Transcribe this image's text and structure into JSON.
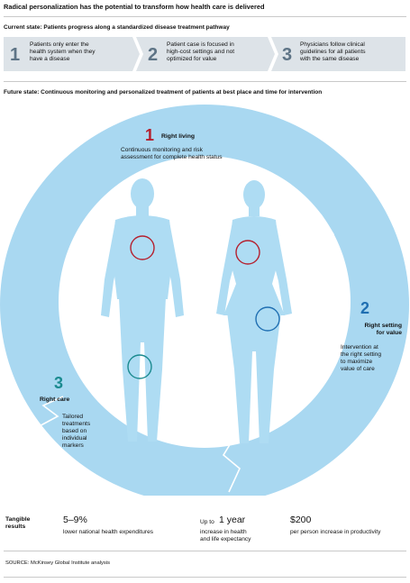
{
  "title": "Radical personalization has the potential to transform how health care is delivered",
  "current_state": {
    "heading": "Current state: Patients progress along a standardized disease treatment pathway",
    "steps": [
      {
        "num": "1",
        "line1": "Patients only enter the",
        "line2": "health system when they",
        "line3": "have a disease"
      },
      {
        "num": "2",
        "line1": "Patient case is focused in",
        "line2": "high-cost settings and not",
        "line3": "optimized for value"
      },
      {
        "num": "3",
        "line1": "Physicians follow clinical",
        "line2": "guidelines for all patients",
        "line3": "with the same disease"
      }
    ]
  },
  "future_state": {
    "heading": "Future state: Continuous monitoring and personalized treatment of patients at best place and time for intervention",
    "stages": [
      {
        "num": "1",
        "title": "Right living",
        "desc1": "Continuous monitoring and risk",
        "desc2": "assessment for complete health status",
        "color": "#b5202e"
      },
      {
        "num": "2",
        "title1": "Right setting",
        "title2": "for value",
        "desc": [
          "Intervention at",
          "the right setting",
          "to maximize",
          "value of care"
        ],
        "color": "#1f6fb2"
      },
      {
        "num": "3",
        "title": "Right care",
        "desc": [
          "Tailored",
          "treatments",
          "based on",
          "individual",
          "markers"
        ],
        "color": "#1a8a8f"
      }
    ]
  },
  "results": {
    "label1": "Tangible",
    "label2": "results",
    "items": [
      {
        "big": "5–9%",
        "small1": "lower national health expenditures"
      },
      {
        "prefix": "Up to",
        "big": "1 year",
        "small1": "increase in health",
        "small2": "and life expectancy"
      },
      {
        "big": "$200",
        "small1": "per person increase in productivity"
      }
    ]
  },
  "source": "SOURCE:  McKinsey Global Institute analysis",
  "colors": {
    "ring": "#a9d8f1",
    "body": "#aedcf3",
    "step_bg": "#dde3e8"
  }
}
